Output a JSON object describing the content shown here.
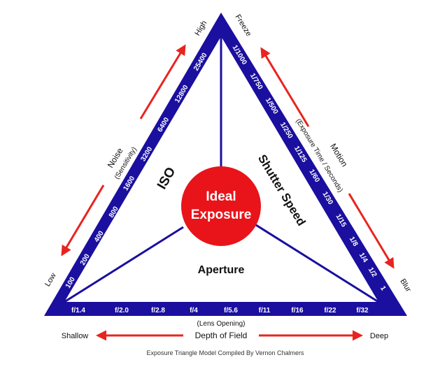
{
  "colors": {
    "triangle": "#1a0f9e",
    "arrow": "#e8241f",
    "circle": "#e8141a",
    "text_dark": "#111111",
    "text_light": "#ffffff"
  },
  "iso": {
    "label": "ISO",
    "values": [
      "100",
      "200",
      "400",
      "800",
      "1600",
      "3200",
      "6400",
      "12800",
      "25400"
    ],
    "low": "Low",
    "high": "High",
    "title": "Noise",
    "subtitle": "(Sensitivity)"
  },
  "shutter": {
    "label": "Shutter Speed",
    "values": [
      "1/1000",
      "1/750",
      "1/500",
      "1/250",
      "1/125",
      "1/60",
      "1/30",
      "1/15",
      "1/8",
      "1/4",
      "1/2",
      "1"
    ],
    "freeze": "Freeze",
    "blur": "Blur",
    "title": "Motion",
    "subtitle": "(Exposure Time / Seconds)"
  },
  "aperture": {
    "label": "Aperture",
    "values": [
      "f/1.4",
      "f/2.0",
      "f/2.8",
      "f/4",
      "f/5.6",
      "f/11",
      "f/16",
      "f/22",
      "f/32"
    ],
    "subtitle": "(Lens Opening)",
    "title": "Depth of Field",
    "shallow": "Shallow",
    "deep": "Deep"
  },
  "center": {
    "line1": "Ideal",
    "line2": "Exposure"
  },
  "credit": "Exposure Triangle Model Compiled By Vernon Chalmers"
}
